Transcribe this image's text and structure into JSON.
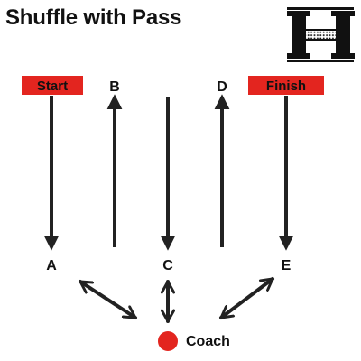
{
  "title": "Shuffle with Pass",
  "logo": {
    "letter": "H"
  },
  "tags": {
    "start": "Start",
    "finish": "Finish"
  },
  "points": {
    "a": "A",
    "b": "B",
    "c": "C",
    "d": "D",
    "e": "E"
  },
  "coach": {
    "label": "Coach"
  },
  "colors": {
    "tag_red": "#e3251f",
    "coach_dot": "#e3251f",
    "arrow": "#222222",
    "text": "#111111"
  }
}
